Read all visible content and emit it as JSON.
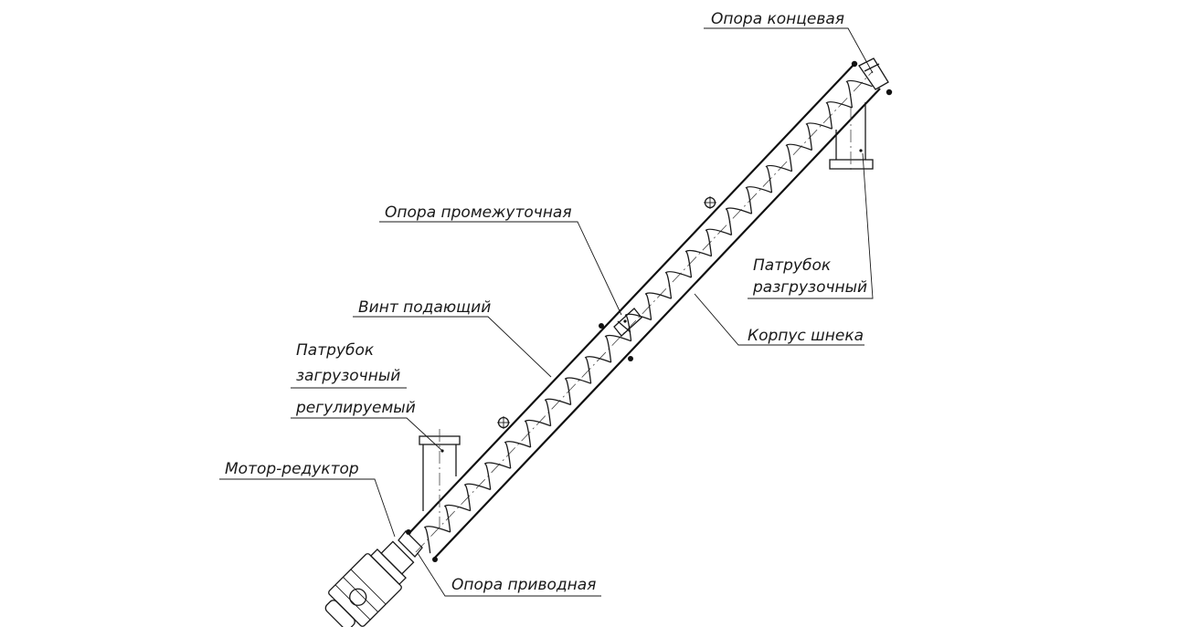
{
  "labels": {
    "end_support": "Опора концевая",
    "intermediate_support": "Опора промежуточная",
    "discharge_pipe_line1": "Патрубок",
    "discharge_pipe_line2": "разгрузочный",
    "feed_screw": "Винт подающий",
    "auger_housing": "Корпус шнека",
    "loading_pipe_line1": "Патрубок",
    "loading_pipe_line2": "загрузочный",
    "loading_pipe_line3": "регулируемый",
    "motor_reducer": "Мотор-редуктор",
    "drive_support": "Опора приводная"
  },
  "colors": {
    "ink": "#1a1a1a",
    "background": "#ffffff"
  }
}
